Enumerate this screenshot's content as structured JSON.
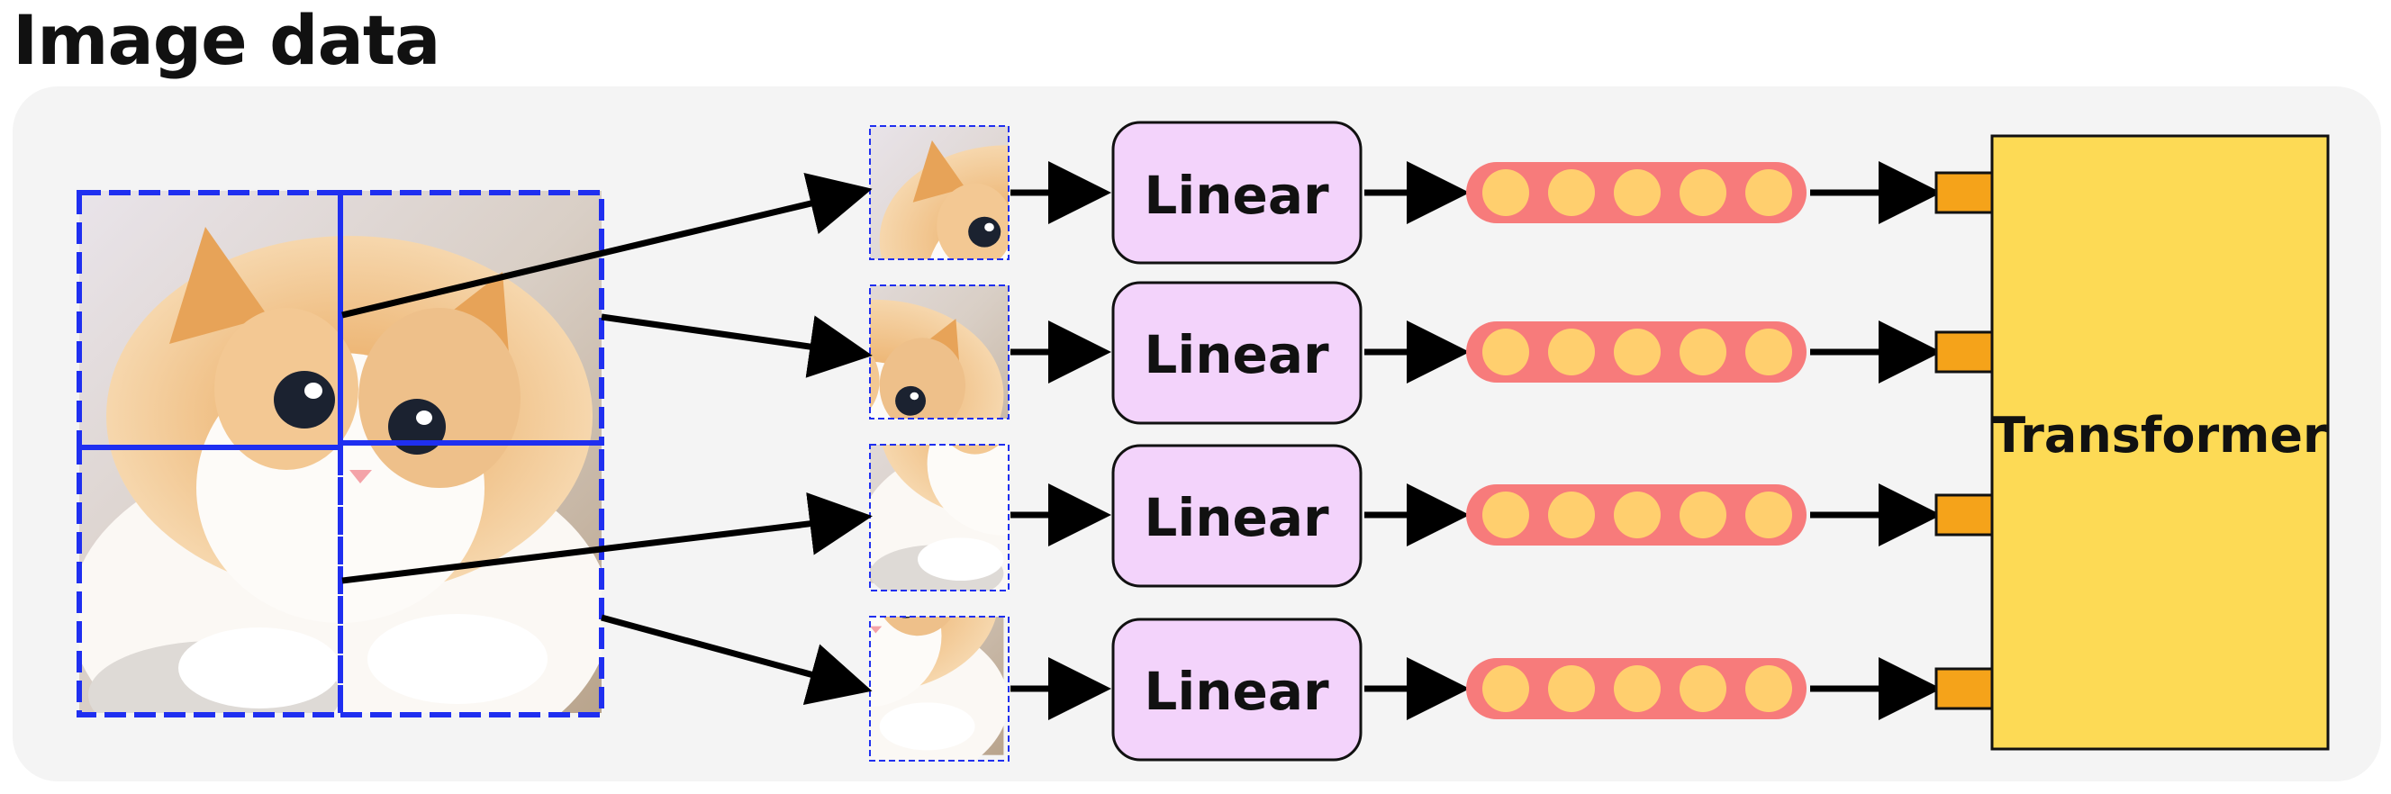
{
  "title": "Image data",
  "patches": [
    {
      "linear_label": "Linear"
    },
    {
      "linear_label": "Linear"
    },
    {
      "linear_label": "Linear"
    },
    {
      "linear_label": "Linear"
    }
  ],
  "transformer_label": "Transformer",
  "colors": {
    "panel_bg": "#f4f4f4",
    "patch_border": "#1f2ff0",
    "linear_fill": "#f3d3fb",
    "embedding_bar": "#f77b7b",
    "embedding_dot": "#ffcf6e",
    "transformer_fill": "#fdda55",
    "input_port": "#f5a31a"
  }
}
